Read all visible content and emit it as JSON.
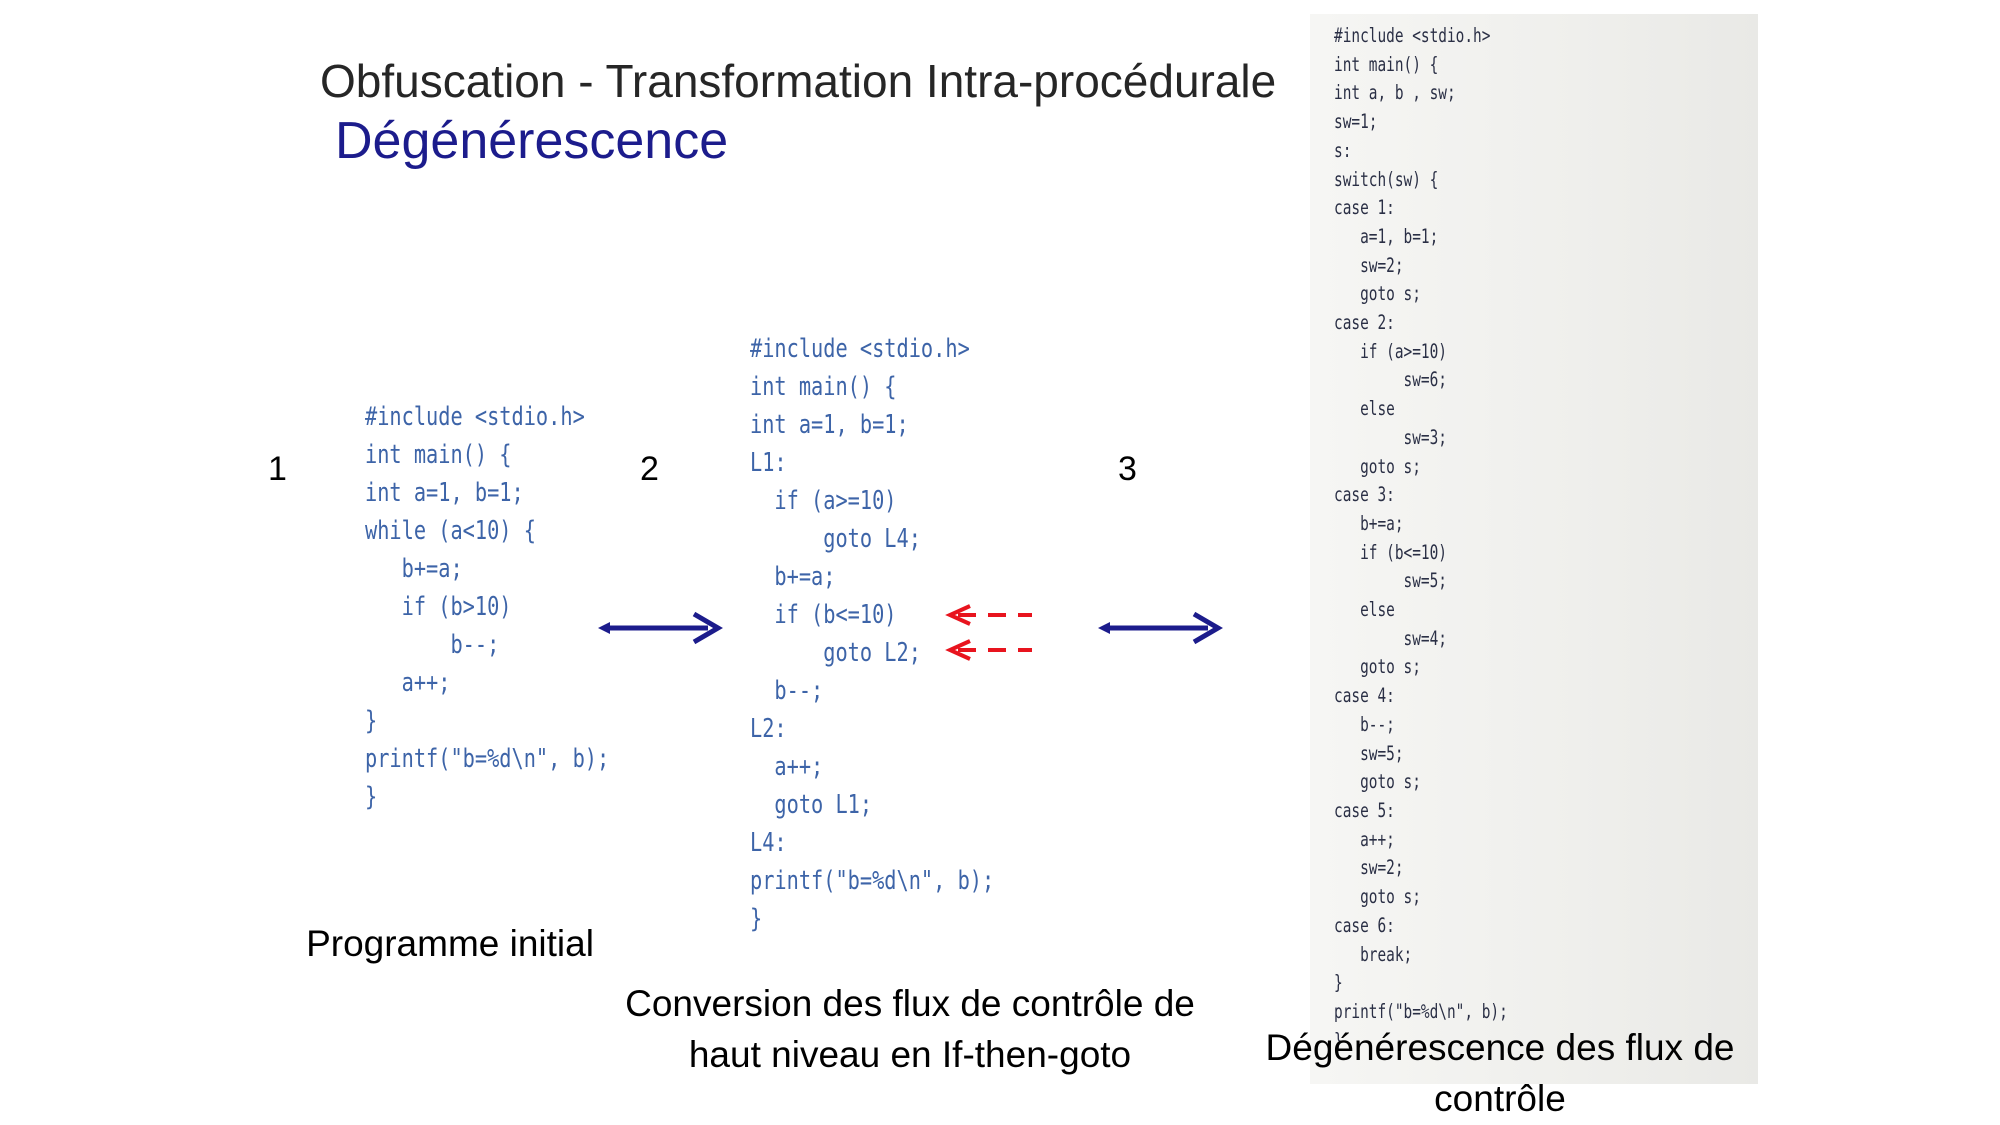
{
  "slide": {
    "title": "Obfuscation - Transformation Intra-procédurale",
    "subtitle": "Dégénérescence"
  },
  "steps": {
    "one": "1",
    "two": "2",
    "three": "3"
  },
  "code": {
    "initial": "#include <stdio.h>\nint main() {\nint a=1, b=1;\nwhile (a<10) {\n   b+=a;\n   if (b>10)\n       b--;\n   a++;\n}\nprintf(\"b=%d\\n\", b);\n}",
    "if_then_goto": "#include <stdio.h>\nint main() {\nint a=1, b=1;\nL1:\n  if (a>=10)\n      goto L4;\n  b+=a;\n  if (b<=10)\n      goto L2;\n  b--;\nL2:\n  a++;\n  goto L1;\nL4:\nprintf(\"b=%d\\n\", b);\n}",
    "degenerated": "#include <stdio.h>\nint main() {\nint a, b , sw;\nsw=1;\ns:\nswitch(sw) {\ncase 1:\n   a=1, b=1;\n   sw=2;\n   goto s;\ncase 2:\n   if (a>=10)\n        sw=6;\n   else\n        sw=3;\n   goto s;\ncase 3:\n   b+=a;\n   if (b<=10)\n        sw=5;\n   else\n        sw=4;\n   goto s;\ncase 4:\n   b--;\n   sw=5;\n   goto s;\ncase 5:\n   a++;\n   sw=2;\n   goto s;\ncase 6:\n   break;\n}\nprintf(\"b=%d\\n\", b);\n}"
  },
  "captions": {
    "initial": "Programme initial",
    "conversion": "Conversion des flux de contrôle de haut niveau en If-then-goto",
    "degeneration": "Dégénérescence des flux de contrôle"
  },
  "colors": {
    "arrow_blue": "#1c1c8c",
    "arrow_red": "#e8141e",
    "subtitle": "#1c1c8c"
  },
  "icons": {
    "transform_arrow": "arrow-right-icon",
    "highlight_arrow": "dashed-arrow-left-icon"
  }
}
